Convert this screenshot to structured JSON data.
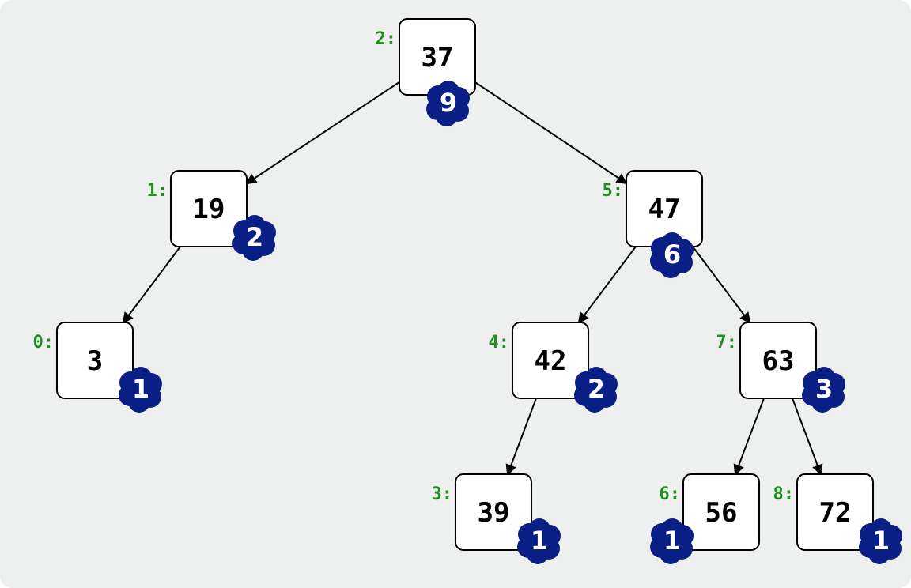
{
  "colors": {
    "background": "#eef0ef",
    "index_label": "#1e8f1e",
    "badge": "#0a1f86"
  },
  "icons": {
    "count_badge": "cloud-badge-icon",
    "edge_head": "arrowhead-icon"
  },
  "nodes": [
    {
      "id": "n37",
      "value": "37",
      "index": "2:",
      "count": "9"
    },
    {
      "id": "n19",
      "value": "19",
      "index": "1:",
      "count": "2"
    },
    {
      "id": "n47",
      "value": "47",
      "index": "5:",
      "count": "6"
    },
    {
      "id": "n3",
      "value": "3",
      "index": "0:",
      "count": "1"
    },
    {
      "id": "n42",
      "value": "42",
      "index": "4:",
      "count": "2"
    },
    {
      "id": "n63",
      "value": "63",
      "index": "7:",
      "count": "3"
    },
    {
      "id": "n39",
      "value": "39",
      "index": "3:",
      "count": "1"
    },
    {
      "id": "n56",
      "value": "56",
      "index": "6:",
      "count": "1"
    },
    {
      "id": "n72",
      "value": "72",
      "index": "8:",
      "count": "1"
    }
  ],
  "edges": [
    {
      "from": "n37",
      "to": "n19"
    },
    {
      "from": "n37",
      "to": "n47"
    },
    {
      "from": "n19",
      "to": "n3"
    },
    {
      "from": "n47",
      "to": "n42"
    },
    {
      "from": "n47",
      "to": "n63"
    },
    {
      "from": "n42",
      "to": "n39"
    },
    {
      "from": "n63",
      "to": "n56"
    },
    {
      "from": "n63",
      "to": "n72"
    }
  ]
}
